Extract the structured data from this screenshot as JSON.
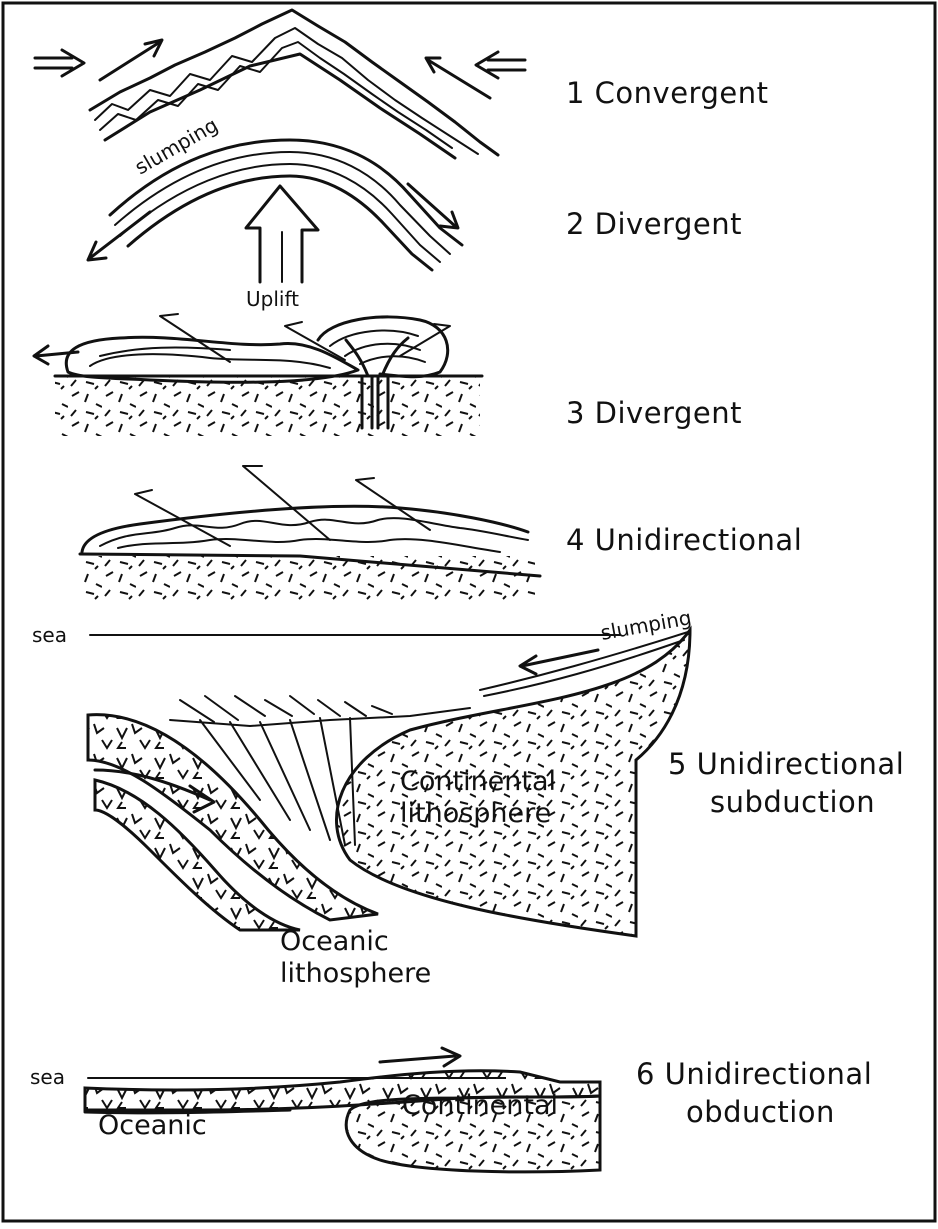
{
  "captions": {
    "p1": "1 Convergent",
    "p2": "2 Divergent",
    "p3": "3 Divergent",
    "p4": "4 Unidirectional",
    "p5_line1": "5 Unidirectional",
    "p5_line2": "subduction",
    "p6_line1": "6 Unidirectional",
    "p6_line2": "obduction"
  },
  "labels": {
    "slumping_top": "slumping",
    "uplift": "Uplift",
    "sea_5": "sea",
    "slumping_5": "slumping",
    "continental_lithosphere_1": "Continental",
    "continental_lithosphere_2": "lithosphere",
    "oceanic_lithosphere_1": "Oceanic",
    "oceanic_lithosphere_2": "lithosphere",
    "sea_6": "sea",
    "oceanic_6": "Oceanic",
    "continental_6": "Continental"
  }
}
